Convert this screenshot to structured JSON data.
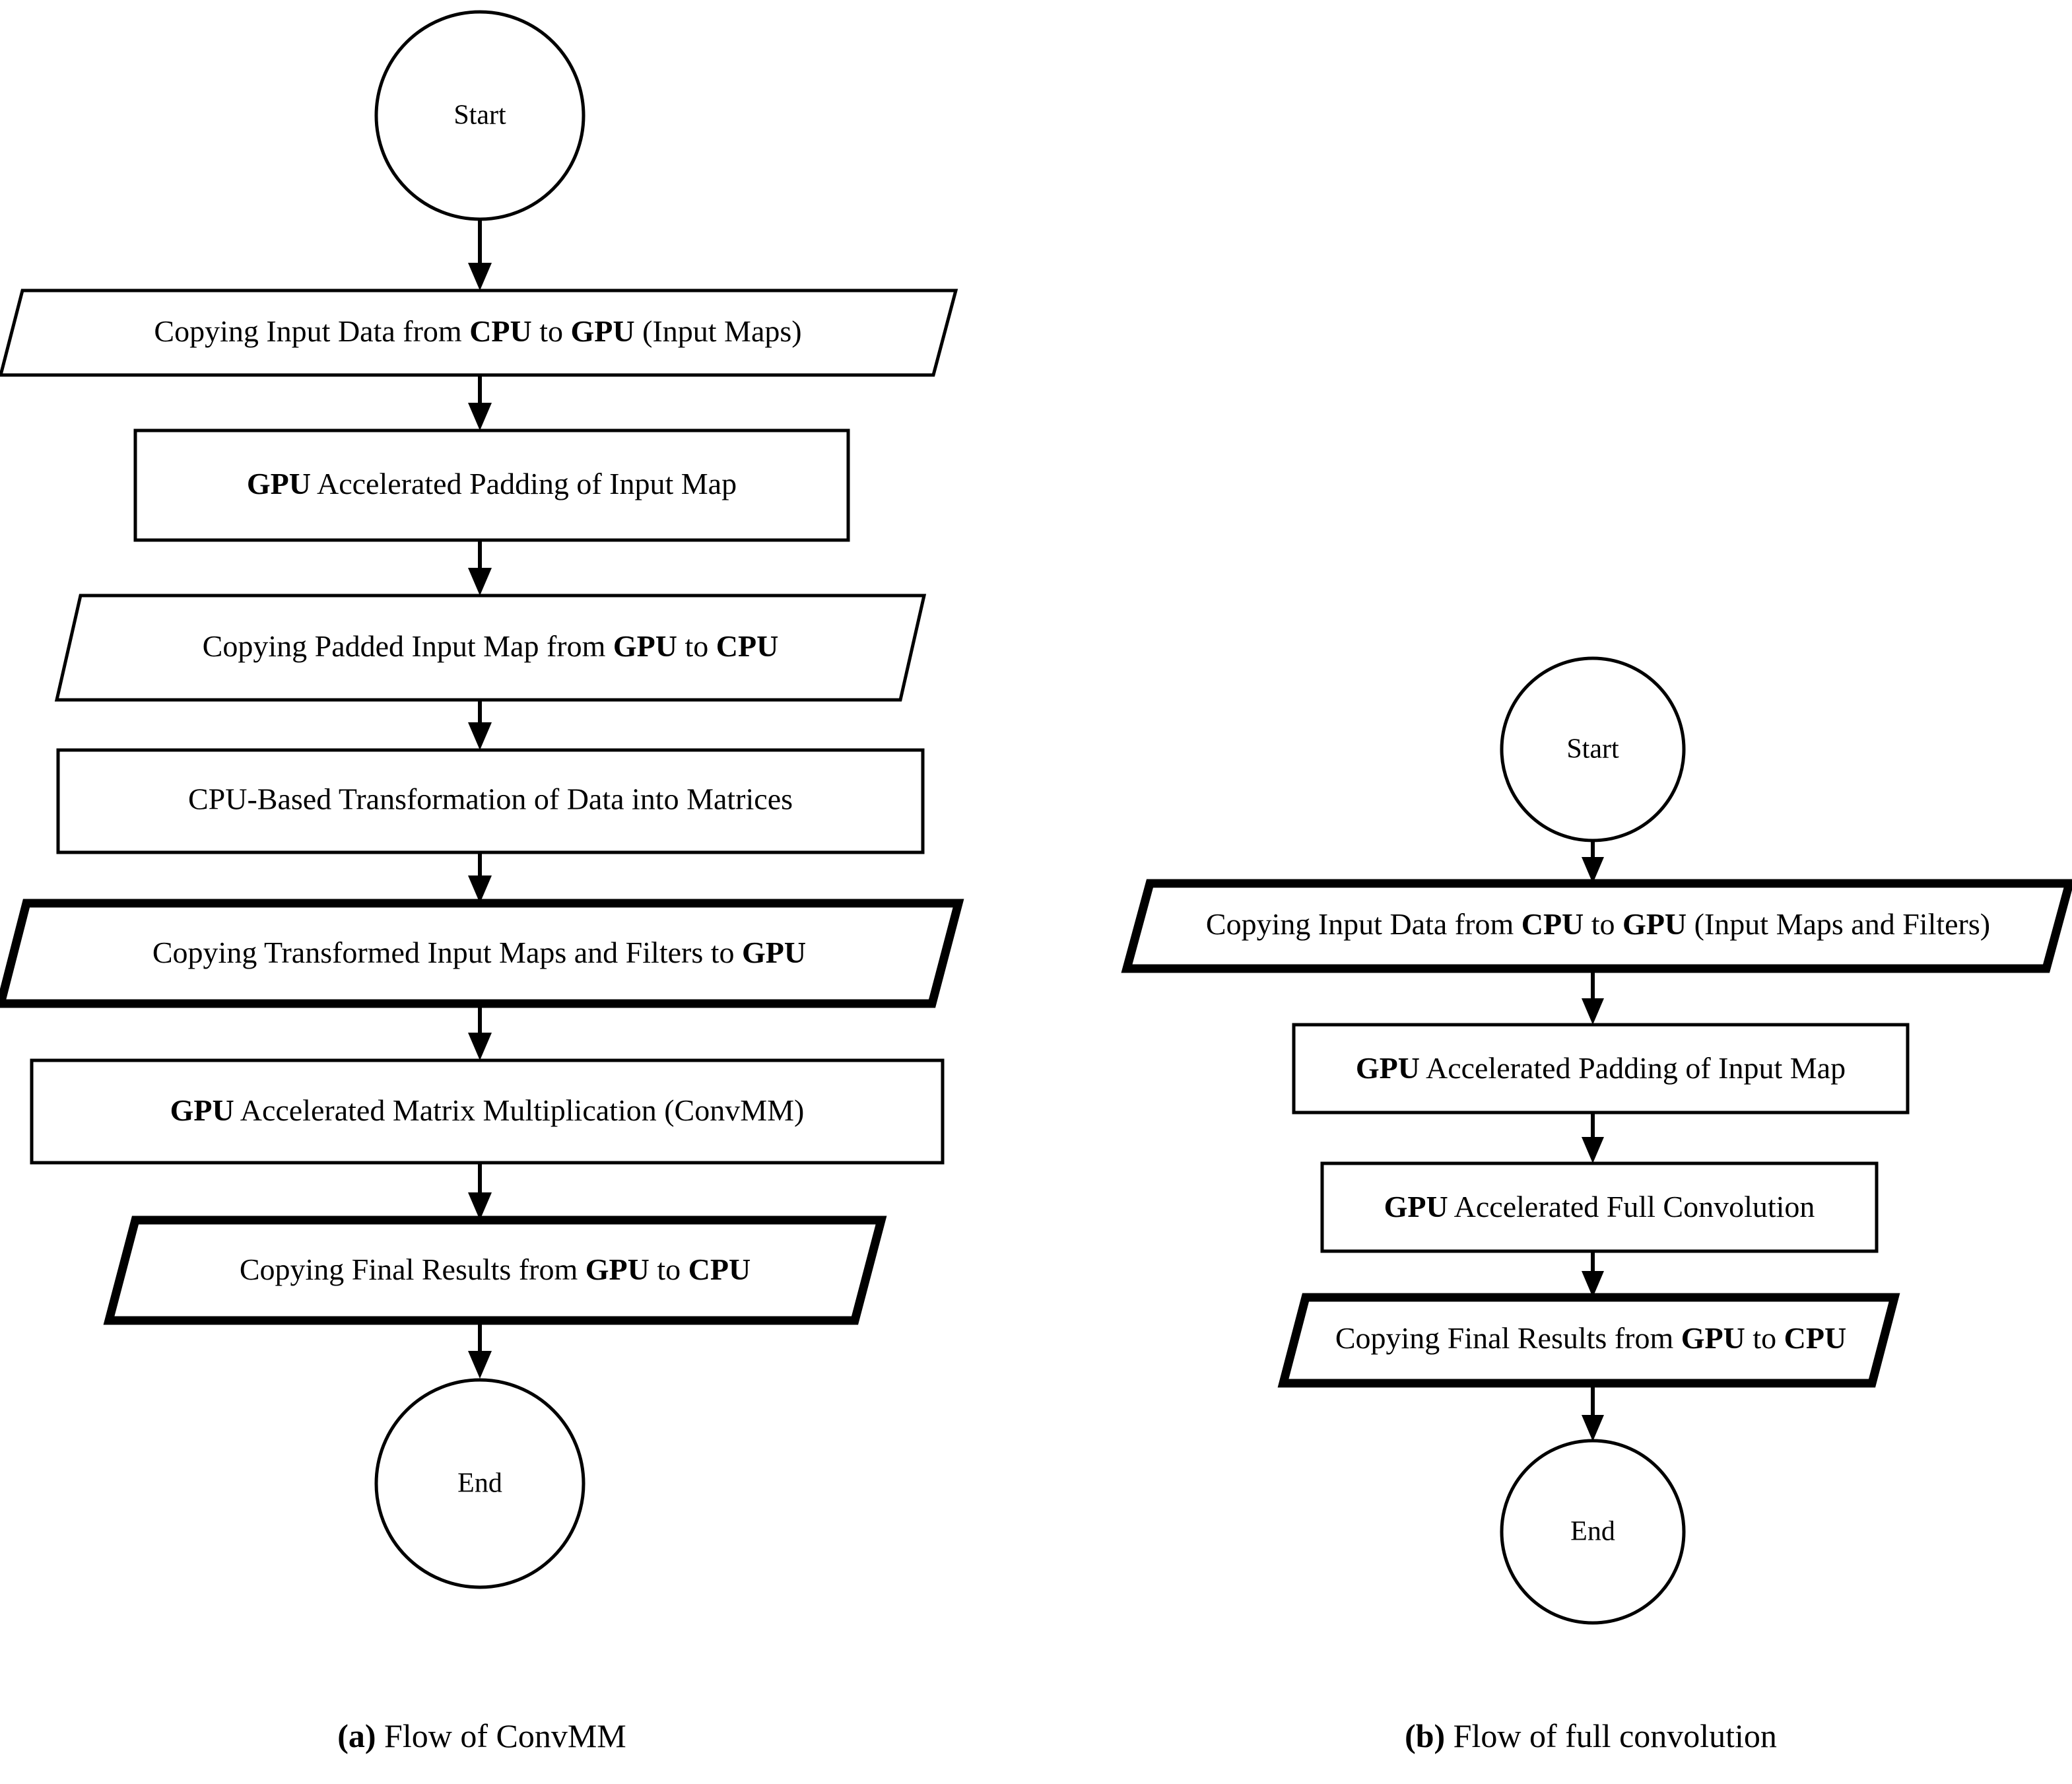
{
  "figure": {
    "type": "flowchart",
    "panels": [
      {
        "id": "a",
        "caption_tag": "(a)",
        "caption_text": " Flow of ConvMM",
        "nodes": [
          {
            "id": "a-start",
            "shape": "circle",
            "emphasis": "normal",
            "text": "Start"
          },
          {
            "id": "a-n1",
            "shape": "parallelogram",
            "emphasis": "normal",
            "text": "Copying Input Data from CPU to GPU (Input Maps)",
            "bold_words": [
              "CPU",
              "GPU"
            ]
          },
          {
            "id": "a-n2",
            "shape": "rectangle",
            "emphasis": "normal",
            "text": "GPU Accelerated Padding of Input Map",
            "bold_words": [
              "GPU"
            ]
          },
          {
            "id": "a-n3",
            "shape": "parallelogram",
            "emphasis": "normal",
            "text": "Copying Padded Input Map from GPU to CPU",
            "bold_words": [
              "GPU",
              "CPU"
            ]
          },
          {
            "id": "a-n4",
            "shape": "rectangle",
            "emphasis": "normal",
            "text": "CPU-Based Transformation of Data into Matrices",
            "bold_words": []
          },
          {
            "id": "a-n5",
            "shape": "parallelogram",
            "emphasis": "thick",
            "text": "Copying Transformed Input Maps and Filters to GPU",
            "bold_words": [
              "GPU"
            ]
          },
          {
            "id": "a-n6",
            "shape": "rectangle",
            "emphasis": "normal",
            "text": "GPU Accelerated Matrix Multiplication (ConvMM)",
            "bold_words": [
              "GPU"
            ]
          },
          {
            "id": "a-n7",
            "shape": "parallelogram",
            "emphasis": "thick",
            "text": "Copying Final Results from GPU to CPU",
            "bold_words": [
              "GPU",
              "CPU"
            ]
          },
          {
            "id": "a-end",
            "shape": "circle",
            "emphasis": "normal",
            "text": "End"
          }
        ],
        "edges": [
          {
            "from": "a-start",
            "to": "a-n1"
          },
          {
            "from": "a-n1",
            "to": "a-n2"
          },
          {
            "from": "a-n2",
            "to": "a-n3"
          },
          {
            "from": "a-n3",
            "to": "a-n4"
          },
          {
            "from": "a-n4",
            "to": "a-n5"
          },
          {
            "from": "a-n5",
            "to": "a-n6"
          },
          {
            "from": "a-n6",
            "to": "a-n7"
          },
          {
            "from": "a-n7",
            "to": "a-end"
          }
        ]
      },
      {
        "id": "b",
        "caption_tag": "(b)",
        "caption_text": " Flow of full convolution",
        "nodes": [
          {
            "id": "b-start",
            "shape": "circle",
            "emphasis": "normal",
            "text": "Start"
          },
          {
            "id": "b-n1",
            "shape": "parallelogram",
            "emphasis": "thick",
            "text": "Copying Input Data from CPU to GPU (Input Maps and Filters)",
            "bold_words": [
              "CPU",
              "GPU"
            ]
          },
          {
            "id": "b-n2",
            "shape": "rectangle",
            "emphasis": "normal",
            "text": "GPU Accelerated Padding of Input Map",
            "bold_words": [
              "GPU"
            ]
          },
          {
            "id": "b-n3",
            "shape": "rectangle",
            "emphasis": "normal",
            "text": "GPU Accelerated Full Convolution",
            "bold_words": [
              "GPU"
            ]
          },
          {
            "id": "b-n4",
            "shape": "parallelogram",
            "emphasis": "thick",
            "text": "Copying Final Results from GPU to CPU",
            "bold_words": [
              "GPU",
              "CPU"
            ]
          },
          {
            "id": "b-end",
            "shape": "circle",
            "emphasis": "normal",
            "text": "End"
          }
        ],
        "edges": [
          {
            "from": "b-start",
            "to": "b-n1"
          },
          {
            "from": "b-n1",
            "to": "b-n2"
          },
          {
            "from": "b-n2",
            "to": "b-n3"
          },
          {
            "from": "b-n3",
            "to": "b-n4"
          },
          {
            "from": "b-n4",
            "to": "b-end"
          }
        ]
      }
    ],
    "colors": {
      "stroke": "#000000",
      "fill": "#ffffff",
      "text": "#000000"
    }
  },
  "labels": {
    "a_start": "Start",
    "a_n1": "Copying Input Data from ",
    "a_n1_b1": "CPU",
    "a_n1_mid": " to ",
    "a_n1_b2": "GPU",
    "a_n1_tail": " (Input Maps)",
    "a_n2_b1": "GPU",
    "a_n2_tail": " Accelerated Padding of Input Map",
    "a_n3_head": "Copying Padded Input Map from ",
    "a_n3_b1": "GPU",
    "a_n3_mid": " to ",
    "a_n3_b2": "CPU",
    "a_n4": "CPU-Based Transformation of Data into Matrices",
    "a_n5_head": "Copying Transformed Input Maps and Filters to ",
    "a_n5_b1": "GPU",
    "a_n6_b1": "GPU",
    "a_n6_tail": " Accelerated Matrix Multiplication (ConvMM)",
    "a_n7_head": "Copying Final Results from ",
    "a_n7_b1": "GPU",
    "a_n7_mid": " to ",
    "a_n7_b2": "CPU",
    "a_end": "End",
    "b_start": "Start",
    "b_n1_head": "Copying Input Data from ",
    "b_n1_b1": "CPU",
    "b_n1_mid": " to ",
    "b_n1_b2": "GPU",
    "b_n1_tail": " (Input Maps and Filters)",
    "b_n2_b1": "GPU",
    "b_n2_tail": " Accelerated Padding of Input Map",
    "b_n3_b1": "GPU",
    "b_n3_tail": " Accelerated Full Convolution",
    "b_n4_head": "Copying Final Results from ",
    "b_n4_b1": "GPU",
    "b_n4_mid": " to ",
    "b_n4_b2": "CPU",
    "b_end": "End",
    "caption_a_tag": "(a)",
    "caption_a_text": " Flow of ConvMM",
    "caption_b_tag": "(b)",
    "caption_b_text": " Flow of full convolution"
  }
}
